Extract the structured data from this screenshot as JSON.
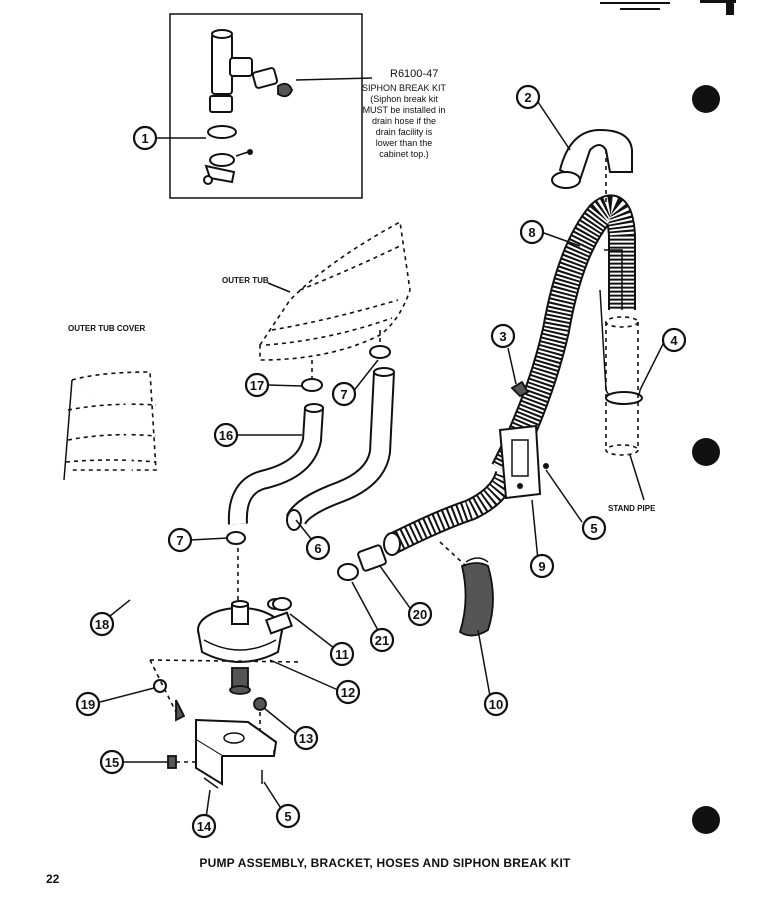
{
  "kit": {
    "part_number": "R6100-47",
    "note_lines": [
      "SIPHON BREAK KIT",
      "(Siphon break kit",
      "MUST be installed in",
      "drain hose if the",
      "drain facility is",
      "lower than the",
      "cabinet top.)"
    ]
  },
  "labels": {
    "outer_tub": "OUTER TUB",
    "outer_tub_cover": "OUTER TUB COVER",
    "stand_pipe": "STAND PIPE"
  },
  "callouts": {
    "c1": "1",
    "c2": "2",
    "c3": "3",
    "c4": "4",
    "c5a": "5",
    "c5b": "5",
    "c6": "6",
    "c7a": "7",
    "c7b": "7",
    "c8": "8",
    "c9": "9",
    "c10": "10",
    "c11": "11",
    "c12": "12",
    "c13": "13",
    "c14": "14",
    "c15": "15",
    "c16": "16",
    "c17": "17",
    "c18": "18",
    "c19": "19",
    "c20": "20",
    "c21": "21"
  },
  "caption": "PUMP ASSEMBLY, BRACKET, HOSES AND SIPHON BREAK KIT",
  "page_number": "22"
}
